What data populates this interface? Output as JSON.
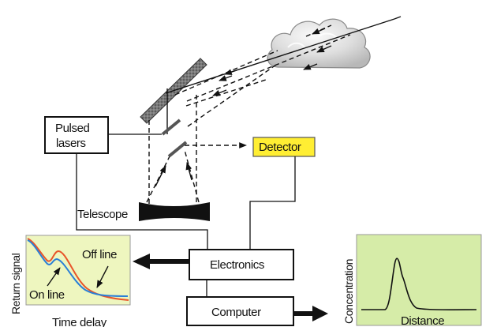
{
  "labels": {
    "pulsed_lasers_line1": "Pulsed",
    "pulsed_lasers_line2": "lasers",
    "detector": "Detector",
    "telescope": "Telescope",
    "electronics": "Electronics",
    "computer": "Computer",
    "return_signal_ylabel": "Return signal",
    "time_delay_xlabel": "Time delay",
    "off_line": "Off line",
    "on_line": "On line",
    "concentration_ylabel": "Concentration",
    "distance_xlabel": "Distance"
  },
  "colors": {
    "detector_fill": "#ffee33",
    "plot_background": "#eef6bf",
    "concentration_background": "#d6eca8",
    "off_line_curve": "#e8552a",
    "on_line_curve": "#2a7fd6",
    "mirror": "#6f6f6f",
    "cloud": "#d2d2d2"
  },
  "icons": {
    "cloud": "cloud-icon",
    "scanning_mirror": "mirror-icon",
    "telescope_mirror": "telescope-mirror-icon"
  }
}
